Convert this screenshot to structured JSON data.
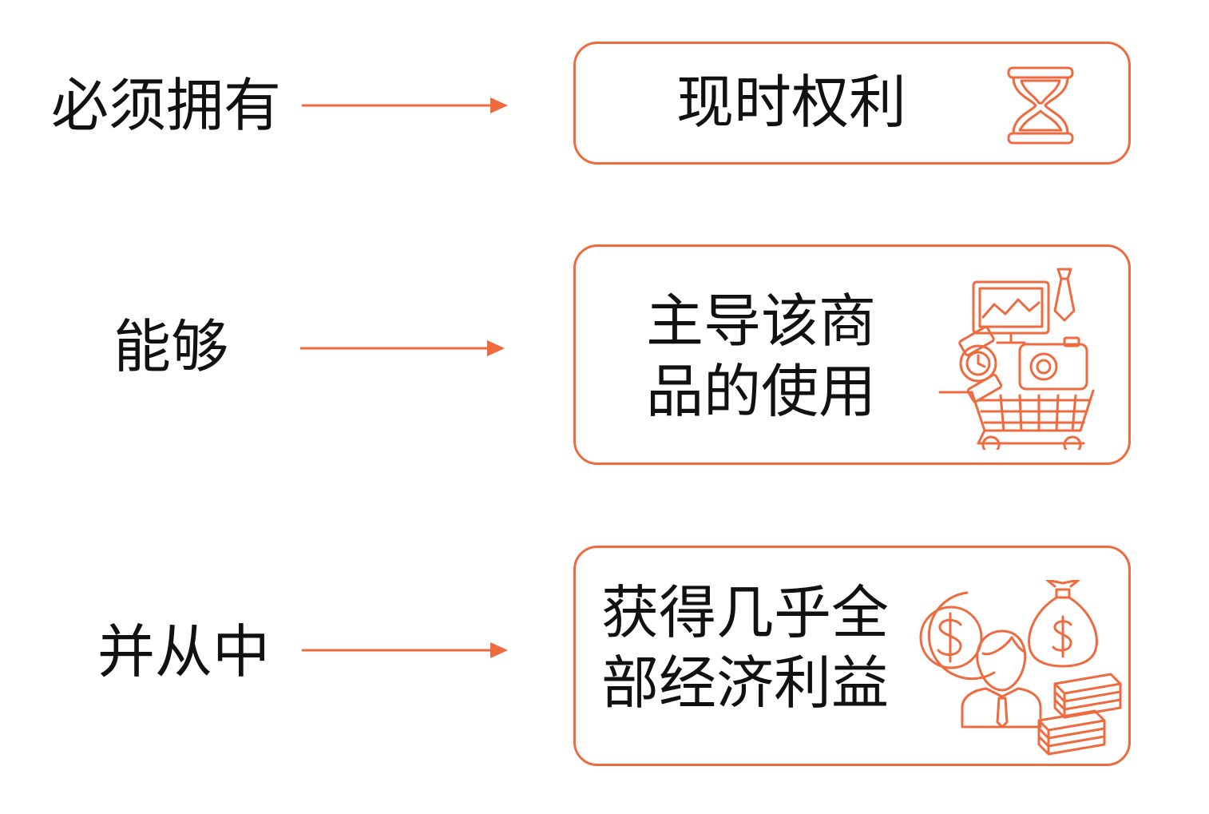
{
  "accent_color": "#ee6a3f",
  "rows": [
    {
      "label": "必须拥有",
      "box_lines": [
        "现时权利"
      ],
      "icon": "hourglass-icon"
    },
    {
      "label": "能够",
      "box_lines": [
        "主导该商",
        "品的使用"
      ],
      "icon": "shopping-cart-goods-icon"
    },
    {
      "label": "并从中",
      "box_lines": [
        "获得几乎全",
        "部经济利益"
      ],
      "icon": "money-businessman-icon"
    }
  ]
}
